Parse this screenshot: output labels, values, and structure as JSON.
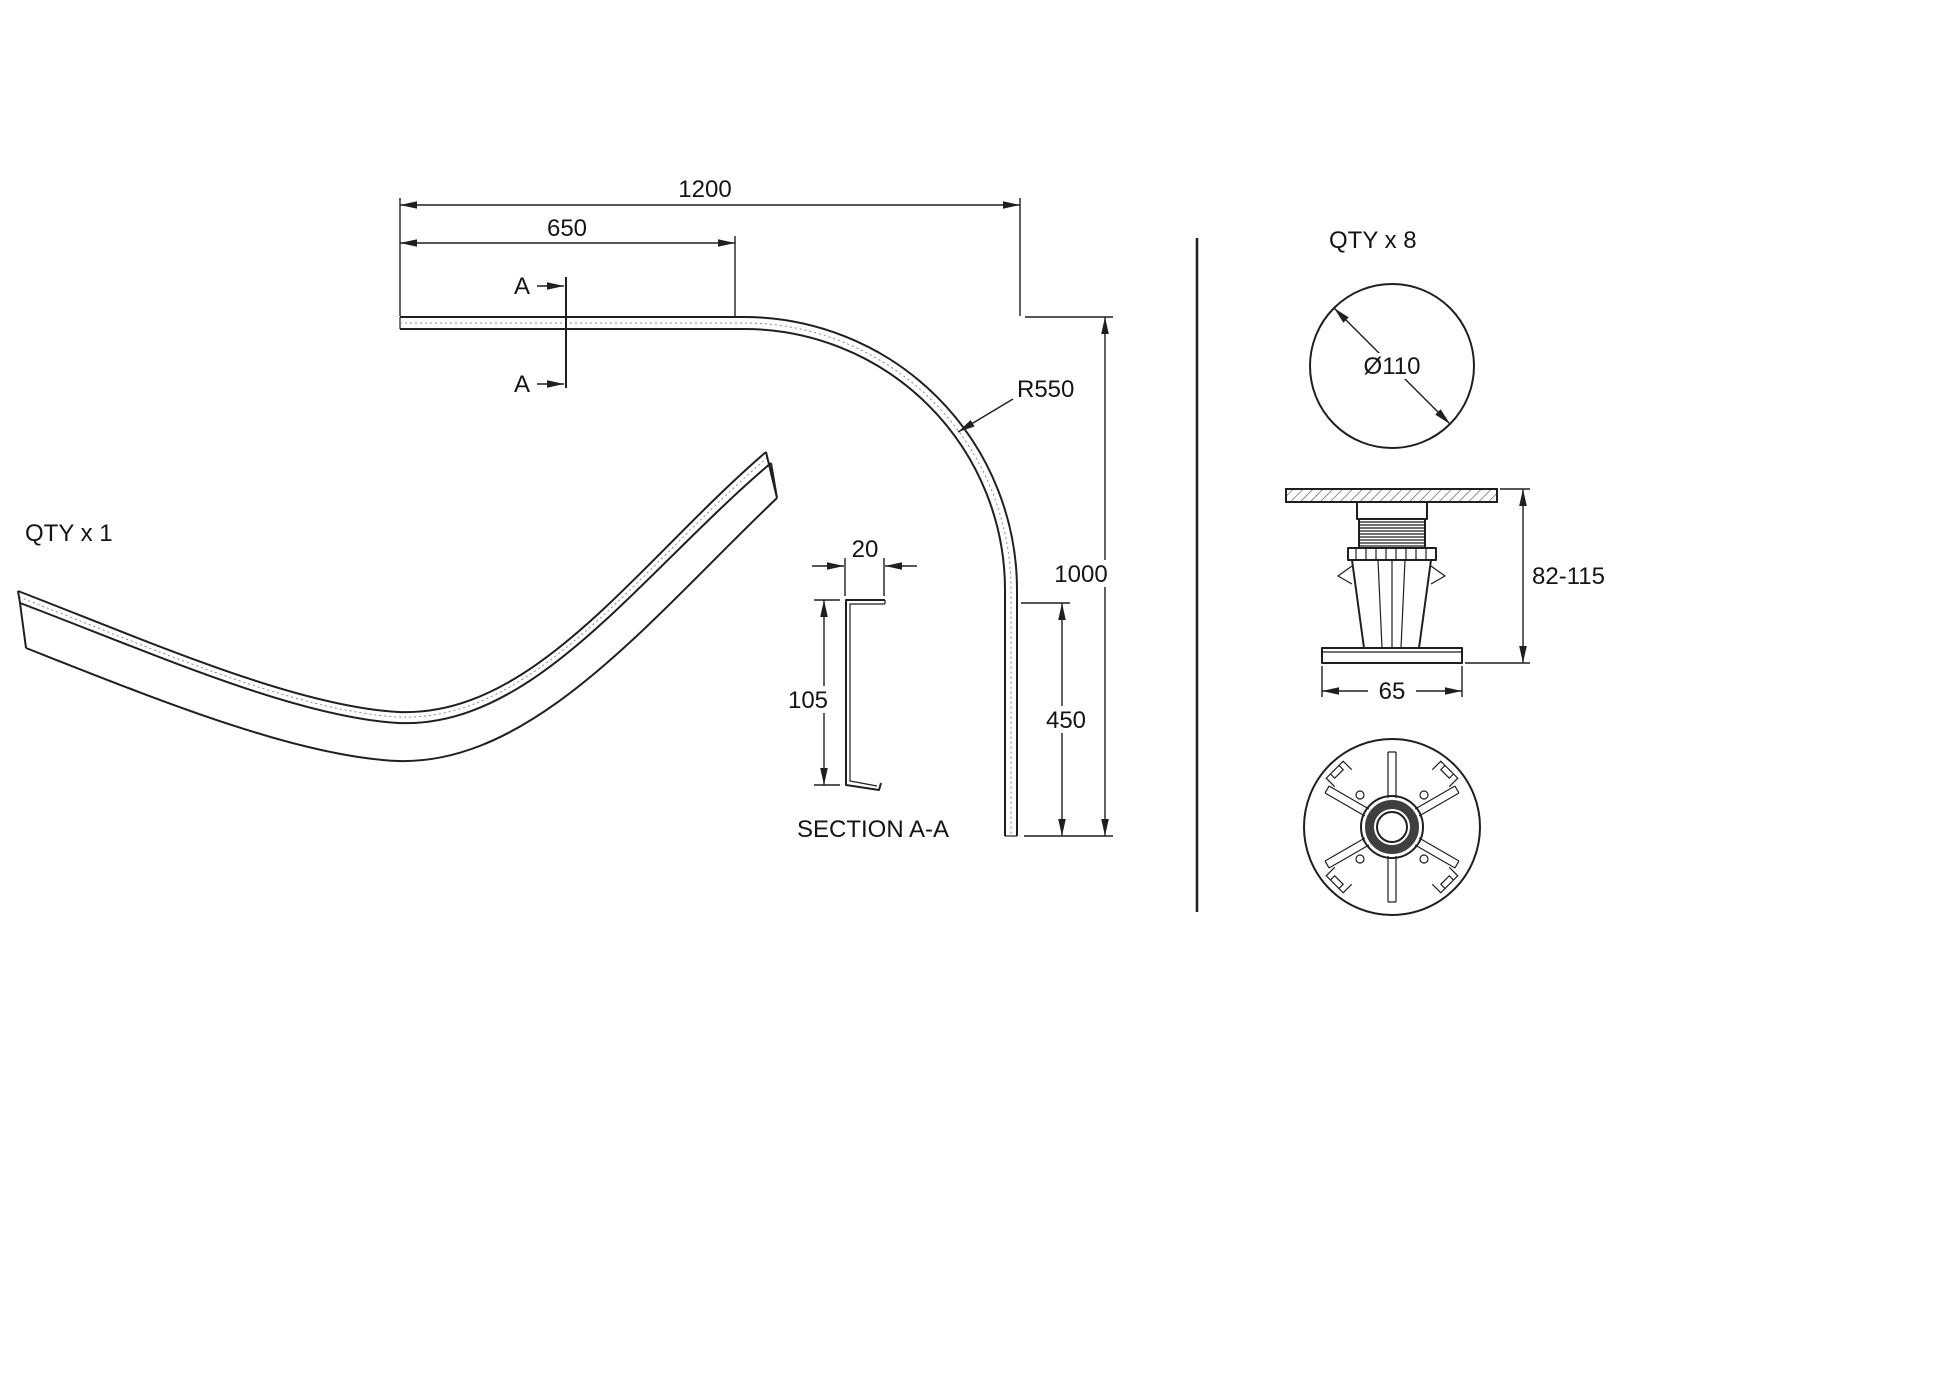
{
  "page": {
    "background": "#ffffff",
    "line_color": "#1f1f1f"
  },
  "iso_view": {
    "qty_label": "QTY x 1"
  },
  "plan_view": {
    "dim_overall_width": "1200",
    "dim_inner_width": "650",
    "dim_radius": "R550",
    "dim_overall_height": "1000",
    "dim_lower_height": "450",
    "section_marker_top": "A",
    "section_marker_bottom": "A"
  },
  "section_view": {
    "title": "SECTION A-A",
    "dim_width": "20",
    "dim_height": "105"
  },
  "leg_views": {
    "qty_label": "QTY x 8",
    "dim_diameter": "Ø110",
    "dim_height_range": "82-115",
    "dim_base_width": "65"
  }
}
